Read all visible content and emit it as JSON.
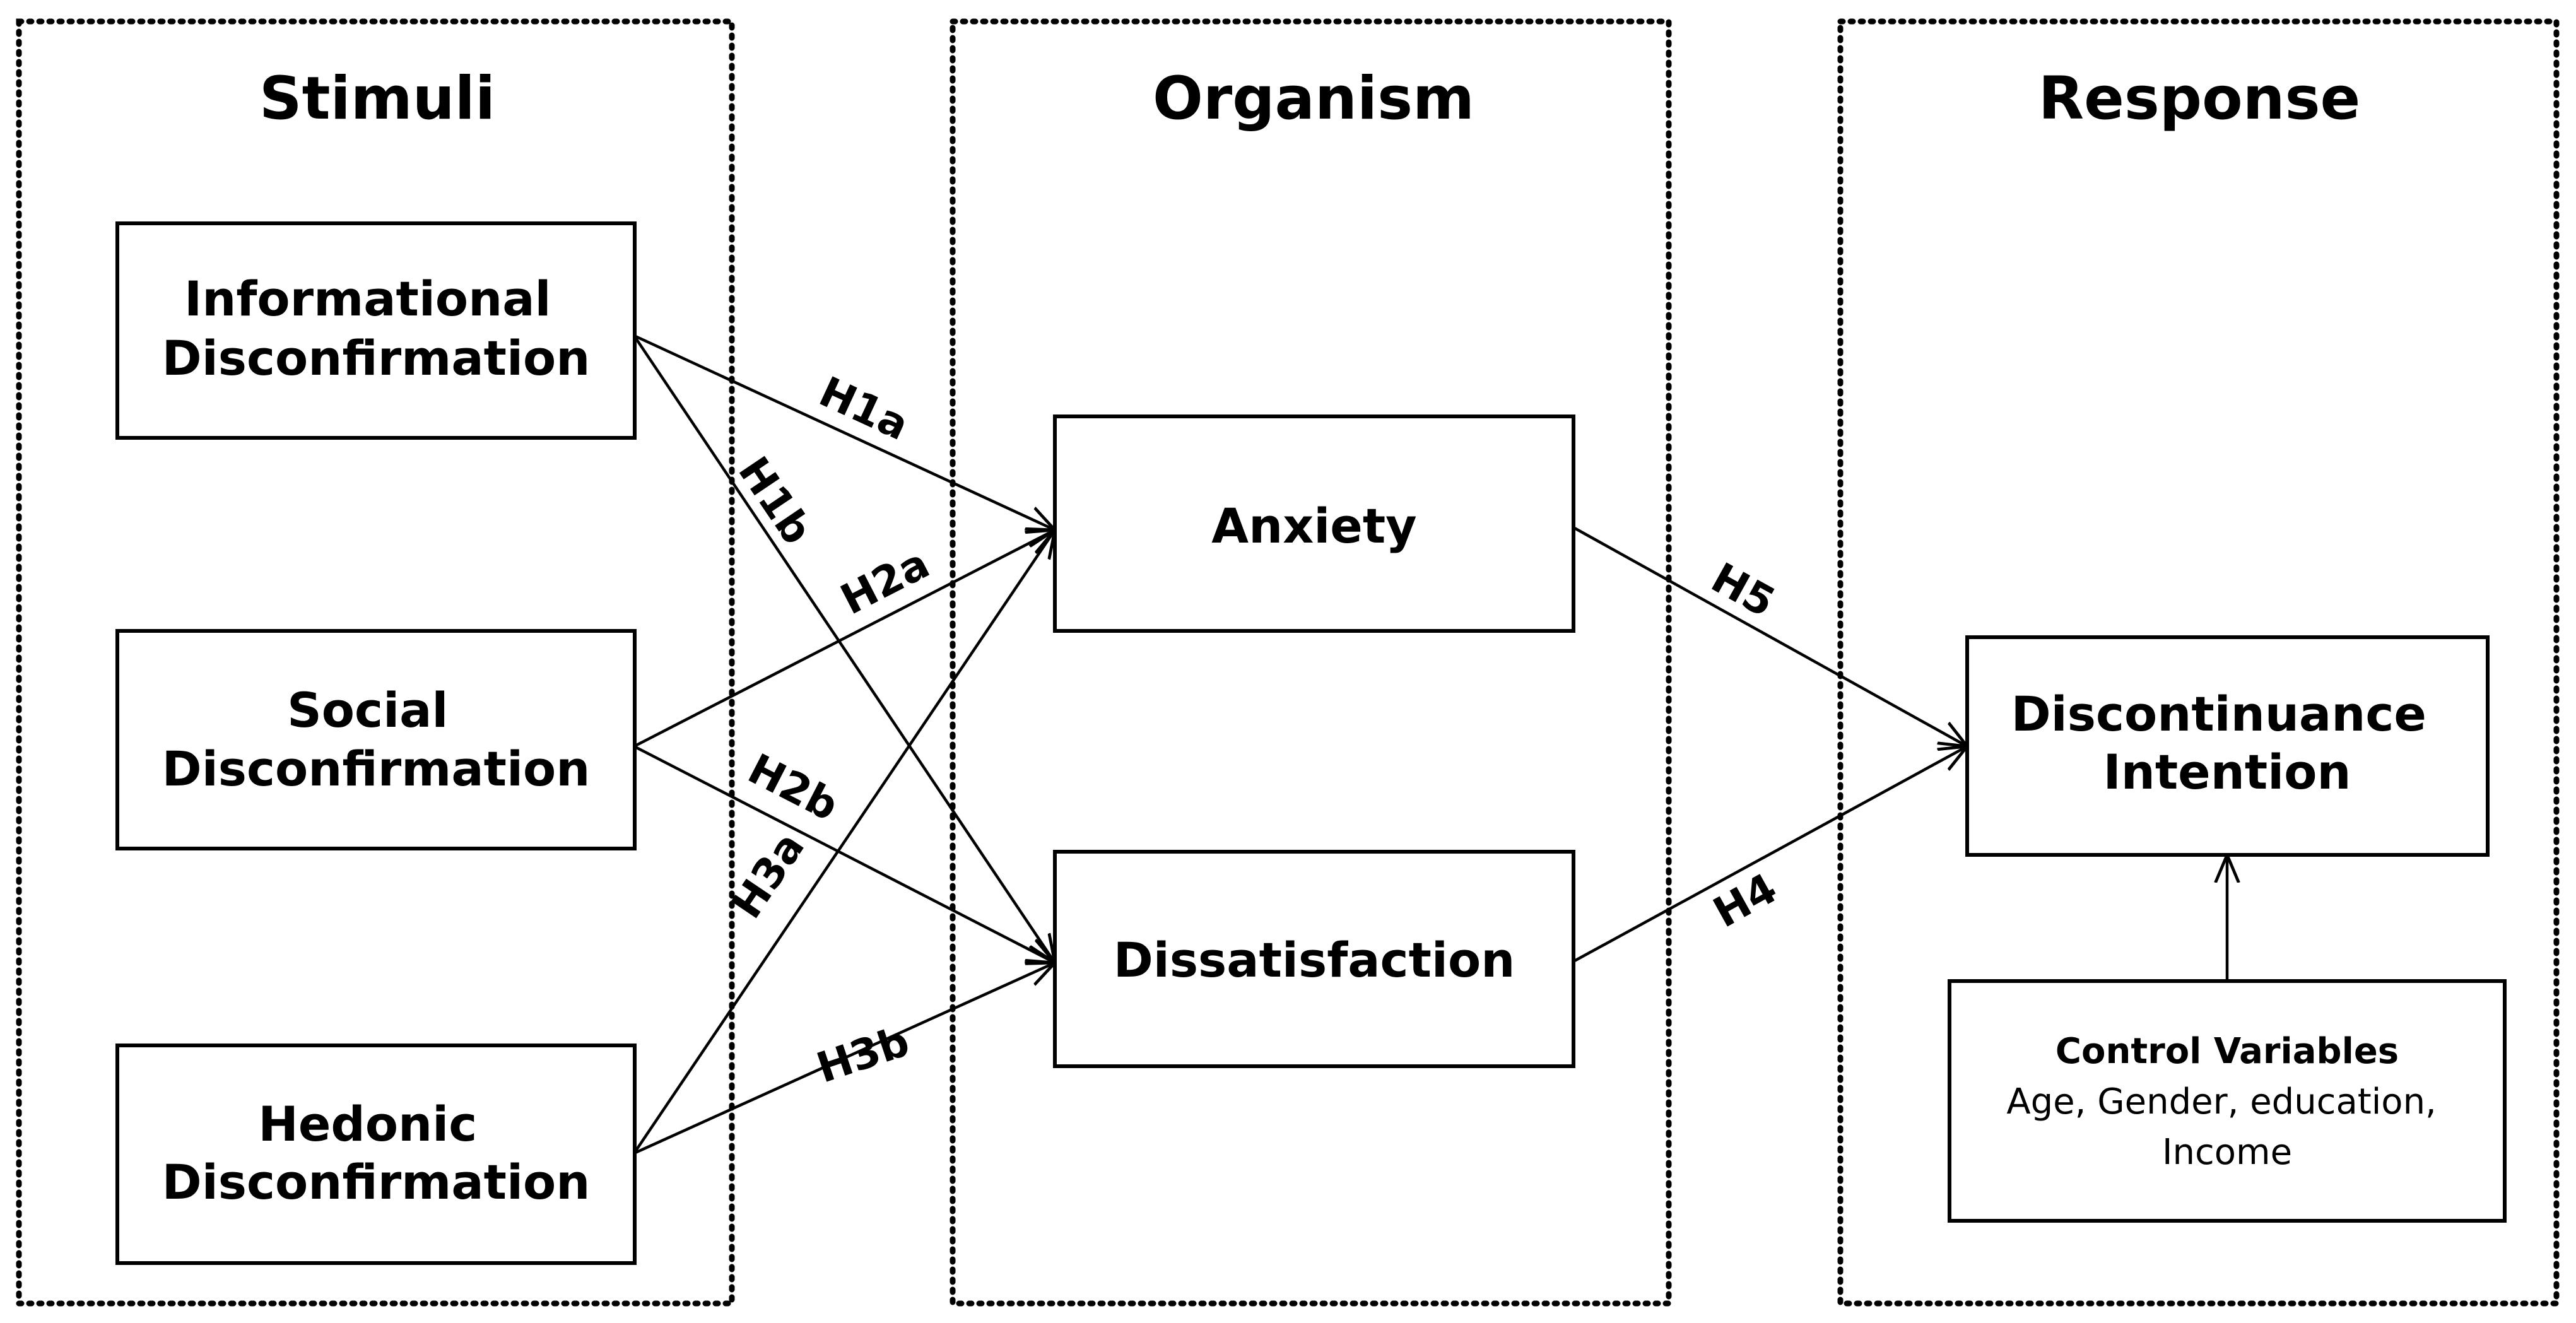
{
  "panels": {
    "stimuli": "Stimuli",
    "organism": "Organism",
    "response": "Response"
  },
  "nodes": {
    "informational": [
      "Informational",
      "Disconfirmation"
    ],
    "social": [
      "Social",
      "Disconfirmation"
    ],
    "hedonic": [
      "Hedonic",
      "Disconfirmation"
    ],
    "anxiety": [
      "Anxiety"
    ],
    "dissatisfaction": [
      "Dissatisfaction"
    ],
    "discontinuance": [
      "Discontinuance",
      "Intention"
    ],
    "control": {
      "title": "Control Variables",
      "lines": [
        "Age, Gender, education,",
        "Income"
      ]
    }
  },
  "hypotheses": {
    "H1a": "H1a",
    "H1b": "H1b",
    "H2a": "H2a",
    "H2b": "H2b",
    "H3a": "H3a",
    "H3b": "H3b",
    "H4": "H4",
    "H5": "H5"
  }
}
